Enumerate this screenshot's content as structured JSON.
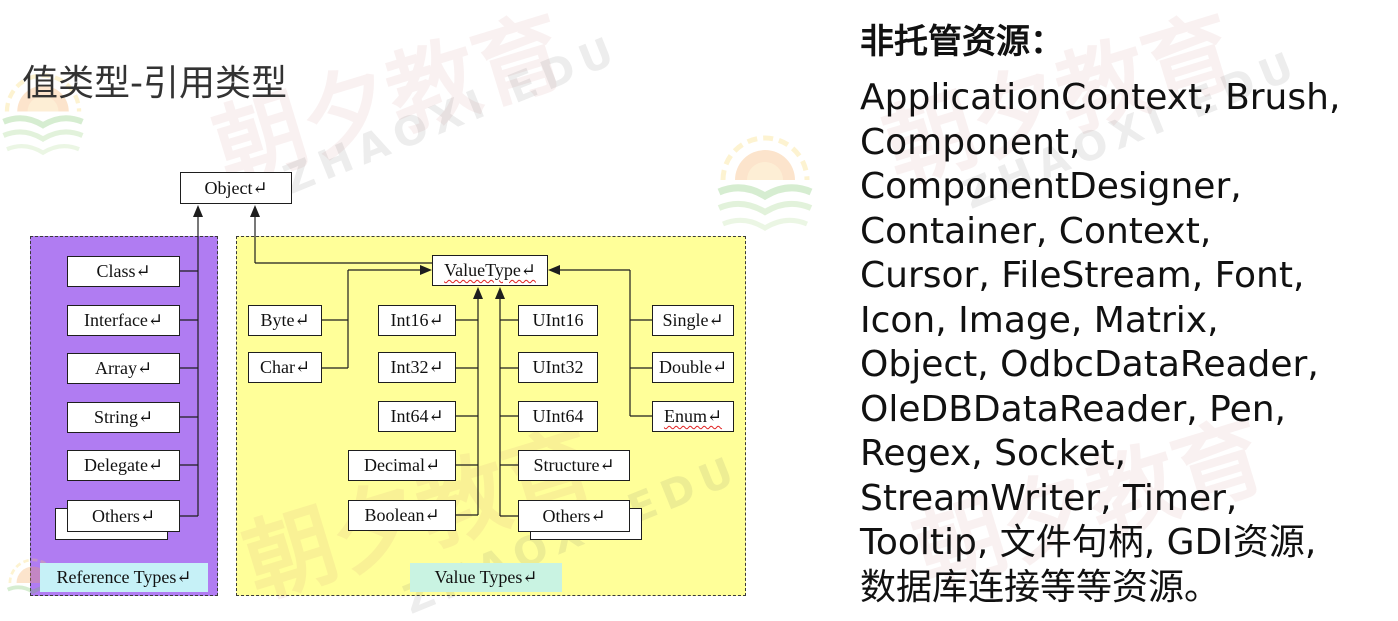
{
  "title": "值类型-引用类型",
  "diagram": {
    "root": "Object↵",
    "reference": {
      "label": "Reference Types↵",
      "items": [
        "Class↵",
        "Interface↵",
        "Array↵",
        "String↵",
        "Delegate↵",
        "Others↵"
      ]
    },
    "value": {
      "label": "Value Types↵",
      "base": "ValueType↵",
      "chars": [
        "Byte↵",
        "Char↵"
      ],
      "signed": [
        "Int16↵",
        "Int32↵",
        "Int64↵",
        "Decimal↵",
        "Boolean↵"
      ],
      "unsigned": [
        "UInt16",
        "UInt32",
        "UInt64",
        "Structure↵",
        "Others↵"
      ],
      "floating": [
        "Single↵",
        "Double↵",
        "Enum↵"
      ]
    }
  },
  "unmanaged": {
    "heading": "非托管资源：",
    "lines": [
      "ApplicationContext, Brush,",
      "Component,",
      "ComponentDesigner,",
      "Container, Context,",
      "Cursor, FileStream, Font,",
      "Icon, Image, Matrix,",
      "Object, OdbcDataReader,",
      "OleDBDataReader, Pen,",
      "Regex, Socket,",
      "StreamWriter, Timer,",
      "Tooltip, 文件句柄, GDI资源,",
      "数据库连接等等资源。"
    ]
  },
  "watermark": {
    "cn": "朝夕教育",
    "en": "ZHAOXI EDU"
  },
  "colors": {
    "reference_area": "#b07cf2",
    "value_area": "#ffff99",
    "reference_label": "#c6f1f7",
    "value_label": "#c9f3e2"
  }
}
